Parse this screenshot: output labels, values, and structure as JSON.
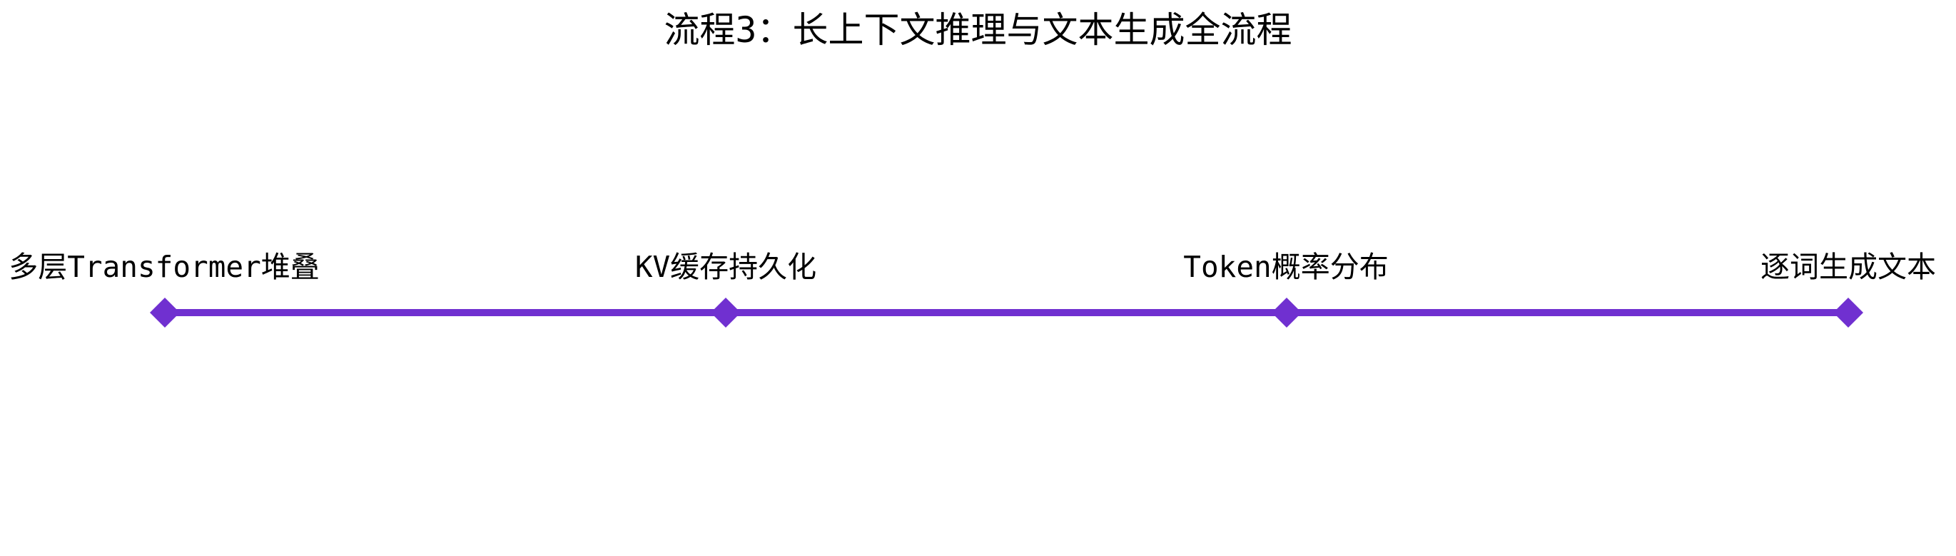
{
  "title": "流程3：长上下文推理与文本生成全流程",
  "accent_color": "#7030d0",
  "marker_shape": "diamond",
  "steps": [
    {
      "label": "多层Transformer堆叠"
    },
    {
      "label": "KV缓存持久化"
    },
    {
      "label": "Token概率分布"
    },
    {
      "label": "逐词生成文本"
    }
  ]
}
